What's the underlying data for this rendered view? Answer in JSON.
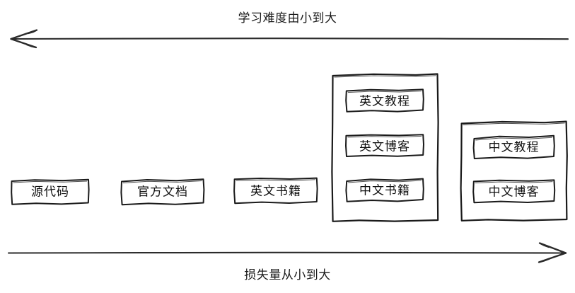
{
  "diagram": {
    "title_top": "学习难度由小到大",
    "title_bottom": "损失量从小到大",
    "top_axis": {
      "label": "学习难度由小到大",
      "direction": "left",
      "icon": "left-arrow-icon"
    },
    "bottom_axis": {
      "label": "损失量从小到大",
      "direction": "right",
      "icon": "right-arrow-icon"
    },
    "stroke_color": "#1a1a1a",
    "text_color": "#111111",
    "background_color": "#ffffff",
    "groups": [
      {
        "id": "group-1",
        "grouped": false,
        "items": [
          {
            "label": "源代码"
          }
        ]
      },
      {
        "id": "group-2",
        "grouped": false,
        "items": [
          {
            "label": "官方文档"
          }
        ]
      },
      {
        "id": "group-3",
        "grouped": false,
        "items": [
          {
            "label": "英文书籍"
          }
        ]
      },
      {
        "id": "group-4",
        "grouped": true,
        "items": [
          {
            "label": "英文教程"
          },
          {
            "label": "英文博客"
          },
          {
            "label": "中文书籍"
          }
        ]
      },
      {
        "id": "group-5",
        "grouped": true,
        "items": [
          {
            "label": "中文教程"
          },
          {
            "label": "中文博客"
          }
        ]
      }
    ]
  }
}
